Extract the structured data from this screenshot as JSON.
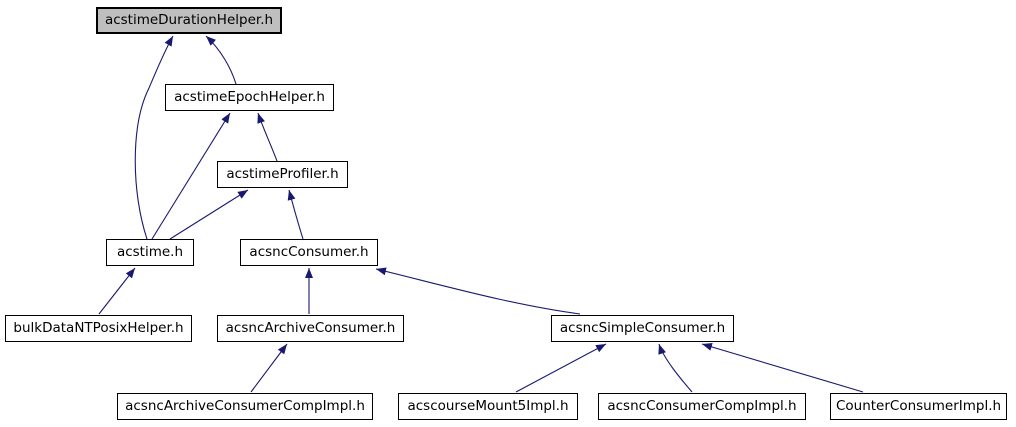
{
  "diagram": {
    "kind": "include-dependency-graph",
    "colors": {
      "background": "#ffffff",
      "edge": "#191970",
      "node_border": "#000000",
      "node_fill": "#ffffff",
      "current_node_fill": "#bfbfbf",
      "text": "#000000"
    },
    "nodes": [
      {
        "id": "acstimeDurationHelper",
        "label": "acstimeDurationHelper.h",
        "current": true
      },
      {
        "id": "acstimeEpochHelper",
        "label": "acstimeEpochHelper.h",
        "current": false
      },
      {
        "id": "acstimeProfiler",
        "label": "acstimeProfiler.h",
        "current": false
      },
      {
        "id": "acstime",
        "label": "acstime.h",
        "current": false
      },
      {
        "id": "acsncConsumer",
        "label": "acsncConsumer.h",
        "current": false
      },
      {
        "id": "bulkDataNTPosixHelper",
        "label": "bulkDataNTPosixHelper.h",
        "current": false
      },
      {
        "id": "acsncArchiveConsumer",
        "label": "acsncArchiveConsumer.h",
        "current": false
      },
      {
        "id": "acsncSimpleConsumer",
        "label": "acsncSimpleConsumer.h",
        "current": false
      },
      {
        "id": "acsncArchiveConsumerCompImpl",
        "label": "acsncArchiveConsumerCompImpl.h",
        "current": false
      },
      {
        "id": "acscourseMount5Impl",
        "label": "acscourseMount5Impl.h",
        "current": false
      },
      {
        "id": "acsncConsumerCompImpl",
        "label": "acsncConsumerCompImpl.h",
        "current": false
      },
      {
        "id": "CounterConsumerImpl",
        "label": "CounterConsumerImpl.h",
        "current": false
      }
    ],
    "edges": [
      {
        "from": "acstimeEpochHelper",
        "to": "acstimeDurationHelper"
      },
      {
        "from": "acstime",
        "to": "acstimeDurationHelper"
      },
      {
        "from": "acstime",
        "to": "acstimeEpochHelper"
      },
      {
        "from": "acstimeProfiler",
        "to": "acstimeEpochHelper"
      },
      {
        "from": "acstime",
        "to": "acstimeProfiler"
      },
      {
        "from": "acsncConsumer",
        "to": "acstimeProfiler"
      },
      {
        "from": "bulkDataNTPosixHelper",
        "to": "acstime"
      },
      {
        "from": "acsncArchiveConsumer",
        "to": "acsncConsumer"
      },
      {
        "from": "acsncSimpleConsumer",
        "to": "acsncConsumer"
      },
      {
        "from": "acsncArchiveConsumerCompImpl",
        "to": "acsncArchiveConsumer"
      },
      {
        "from": "acscourseMount5Impl",
        "to": "acsncSimpleConsumer"
      },
      {
        "from": "acsncConsumerCompImpl",
        "to": "acsncSimpleConsumer"
      },
      {
        "from": "CounterConsumerImpl",
        "to": "acsncSimpleConsumer"
      }
    ]
  }
}
